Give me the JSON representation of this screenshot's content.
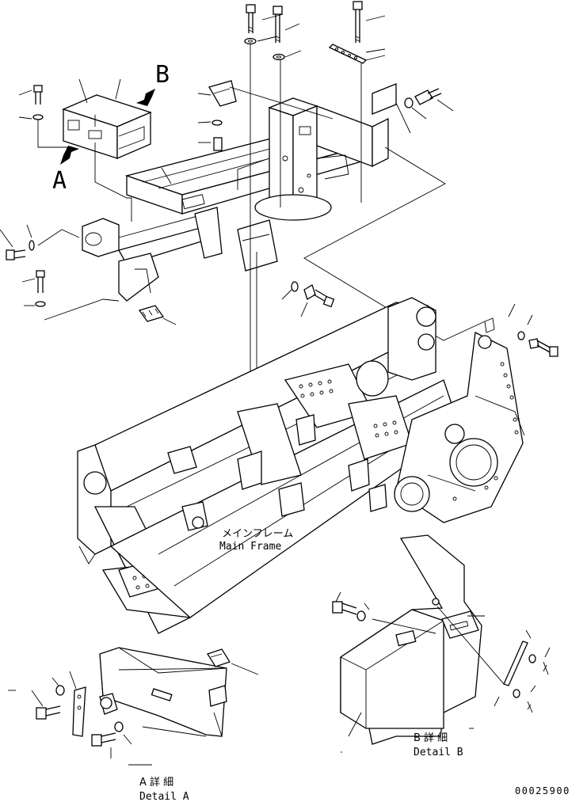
{
  "labels": {
    "letter_b": "B",
    "letter_a": "A",
    "main_frame_jp": "メインフレーム",
    "main_frame_en": "Main Frame",
    "detail_a_jp": "A 詳 細",
    "detail_a_en": "Detail A",
    "detail_b_jp": "B 詳 細",
    "detail_b_en": "Detail B",
    "drawing_number": "00025900"
  }
}
